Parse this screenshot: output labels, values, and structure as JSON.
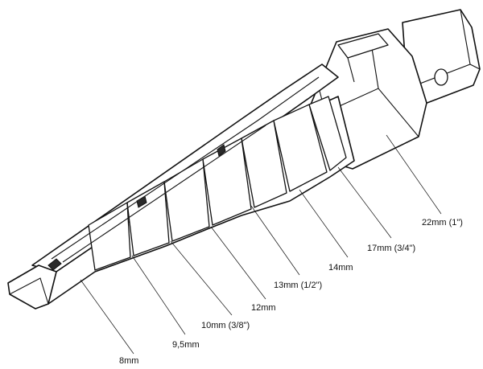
{
  "labels": {
    "d22": "22mm (1\")",
    "d17": "17mm (3/4\")",
    "d14": "14mm",
    "d13": "13mm (1/2\")",
    "d12": "12mm",
    "d10": "10mm (3/8\")",
    "d95": "9,5mm",
    "d8": "8mm"
  },
  "colors": {
    "ink": "#111111",
    "paper": "#ffffff"
  }
}
